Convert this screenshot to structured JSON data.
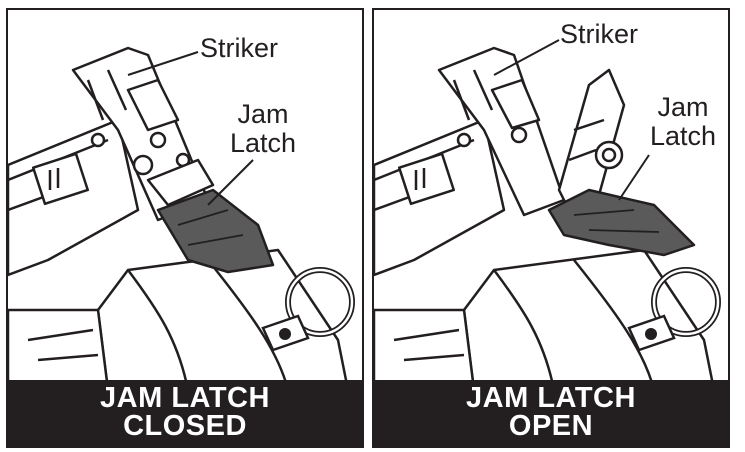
{
  "panels": [
    {
      "label_striker": "Striker",
      "label_jam_1": "Jam",
      "label_jam_2": "Latch",
      "caption_line1": "JAM LATCH",
      "caption_line2": "CLOSED"
    },
    {
      "label_striker": "Striker",
      "label_jam_1": "Jam",
      "label_jam_2": "Latch",
      "caption_line1": "JAM LATCH",
      "caption_line2": "OPEN"
    }
  ],
  "colors": {
    "outline": "#231f20",
    "latch_fill": "#5a5a5a",
    "background": "#ffffff"
  }
}
